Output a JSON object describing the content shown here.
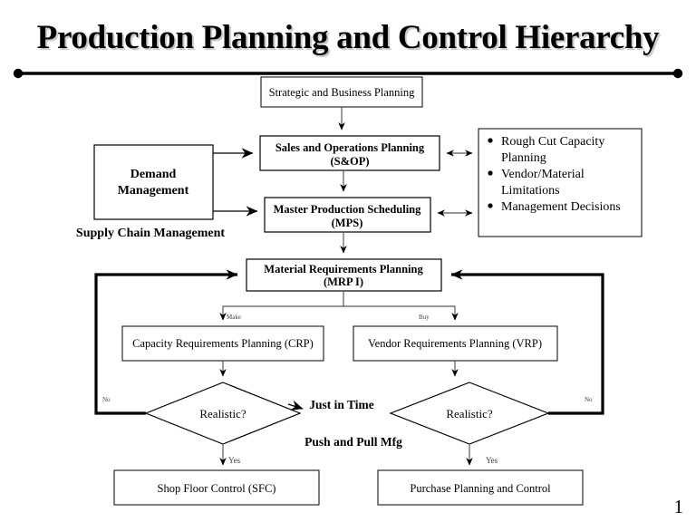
{
  "slide": {
    "title": "Production Planning and Control Hierarchy",
    "page_number": "1"
  },
  "boxes": {
    "strategic": "Strategic and Business Planning",
    "sop_line1": "Sales and Operations Planning",
    "sop_line2": "(S&OP)",
    "mps_line1": "Master Production Scheduling",
    "mps_line2": "(MPS)",
    "mrp_line1": "Material Requirements Planning",
    "mrp_line2": "(MRP I)",
    "demand_line1": "Demand",
    "demand_line2": "Management",
    "crp": "Capacity Requirements Planning (CRP)",
    "vrp": "Vendor Requirements Planning (VRP)",
    "sfc": "Shop Floor Control (SFC)",
    "ppc": "Purchase Planning and Control"
  },
  "constraints": {
    "items": [
      {
        "line1": "Rough Cut Capacity",
        "line2": "Planning"
      },
      {
        "line1": "Vendor/Material",
        "line2": "Limitations"
      },
      {
        "line1": "Management Decisions",
        "line2": ""
      }
    ]
  },
  "decisions": {
    "left": "Realistic?",
    "right": "Realistic?"
  },
  "labels": {
    "supply_chain": "Supply Chain Management",
    "just_in_time": "Just in Time",
    "push_pull": "Push and Pull Mfg",
    "make": "Make",
    "buy": "Buy",
    "yes_left": "Yes",
    "yes_right": "Yes",
    "no_left": "No",
    "no_right": "No"
  },
  "colors": {
    "ink": "#000000",
    "line": "#595959",
    "background": "#ffffff"
  }
}
